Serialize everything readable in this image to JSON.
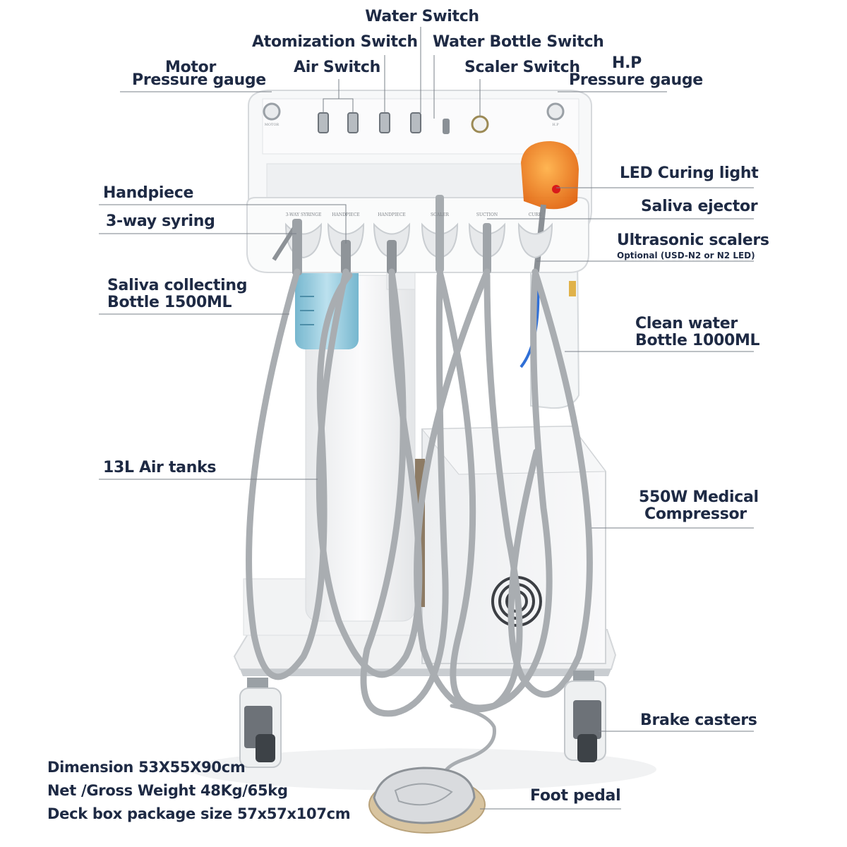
{
  "labels": {
    "water_switch": "Water Switch",
    "atomization_switch": "Atomization Switch",
    "water_bottle_switch": "Water Bottle Switch",
    "air_switch": "Air Switch",
    "scaler_switch": "Scaler Switch",
    "motor_line1": "Motor",
    "motor_line2": "Pressure gauge",
    "hp_line1": "H.P",
    "hp_line2": "Pressure gauge",
    "led_curing_light": "LED Curing light",
    "handpiece": "Handpiece",
    "three_way_syringe": "3-way syring",
    "saliva_ejector": "Saliva ejector",
    "ultrasonic_scalers": "Ultrasonic scalers",
    "ultrasonic_optional": "Optional (USD-N2 or N2 LED)",
    "saliva_bottle_line1": "Saliva collecting",
    "saliva_bottle_line2": "Bottle 1500ML",
    "clean_water_line1": "Clean water",
    "clean_water_line2": "Bottle 1000ML",
    "air_tanks": "13L Air tanks",
    "compressor_line1": "550W Medical",
    "compressor_line2": "Compressor",
    "brake_casters": "Brake casters",
    "foot_pedal": "Foot pedal"
  },
  "specs": [
    "Dimension 53X55X90cm",
    "Net /Gross Weight 48Kg/65kg",
    "Deck box package size 57x57x107cm"
  ],
  "tray_holder_labels": [
    "3-WAY SYRINGE",
    "HANDPIECE",
    "HANDPIECE",
    "SCALER",
    "SUCTION",
    "CURE"
  ],
  "gauge_labels": [
    "MOTOR",
    "H.P"
  ],
  "colors": {
    "label_text": "#1e2a44",
    "leader_line": "#7a8088",
    "unit_white": "#f4f5f6",
    "hose_grey": "#a9adb1",
    "curing_shield_orange": "#f07a1a",
    "bottle_blue": "#8ecbe0",
    "pedal_beige": "#d8c4a0"
  }
}
